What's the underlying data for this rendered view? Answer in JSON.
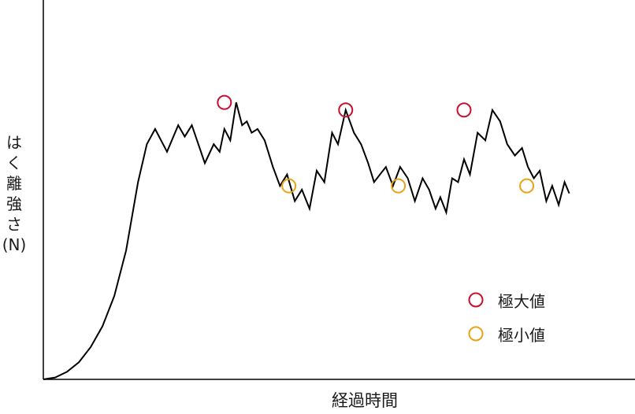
{
  "chart_data": {
    "type": "line",
    "title": "",
    "xlabel": "経過時間",
    "ylabel": "はく離強さ(N)",
    "ylabel_lines": [
      "は",
      "く",
      "離",
      "強",
      "さ",
      "(N)"
    ],
    "grid": false,
    "legend_placement": "bottom-right",
    "xlim": [
      0,
      100
    ],
    "ylim": [
      0,
      100
    ],
    "series": [
      {
        "name": "",
        "color": "#000000",
        "x": [
          0,
          2,
          4,
          6,
          8,
          10,
          12,
          14,
          16,
          17.5,
          18.9,
          20.9,
          22.8,
          23.9,
          25.1,
          27.3,
          28.8,
          29.8,
          30.6,
          31.6,
          32.6,
          33.6,
          34.4,
          35.2,
          36.2,
          37.4,
          38.8,
          40.0,
          41.2,
          42.5,
          43.7,
          45.0,
          46.2,
          47.5,
          48.8,
          49.8,
          51.1,
          52.5,
          53.7,
          54.9,
          55.9,
          56.9,
          57.9,
          59.1,
          60.3,
          61.6,
          62.8,
          64.1,
          65.2,
          66.3,
          67.1,
          68.1,
          69.1,
          70.1,
          71.1,
          72.1,
          73.4,
          74.7,
          75.9,
          77.2,
          78.4,
          79.7,
          80.9,
          81.9,
          82.9,
          83.9,
          85.0,
          86.0,
          87.1,
          88.1,
          88.9
        ],
        "y": [
          0,
          0.5,
          2,
          4.5,
          8.5,
          14,
          22,
          34,
          52,
          62,
          66,
          60,
          67,
          64,
          67,
          57,
          62,
          60,
          66,
          63,
          73,
          67,
          68,
          65,
          66,
          63,
          56,
          51,
          54,
          47,
          50,
          45,
          55,
          52,
          65,
          62,
          71,
          65,
          62,
          57,
          52,
          54,
          56,
          51,
          56,
          53,
          47,
          53,
          50,
          45,
          48,
          44,
          53,
          52,
          58,
          54,
          65,
          63,
          71,
          68,
          62,
          59,
          61,
          56,
          53,
          55,
          47,
          51,
          46,
          52,
          49
        ],
        "maxima": [
          {
            "x": 30.6,
            "y": 73
          },
          {
            "x": 51.1,
            "y": 71
          },
          {
            "x": 71.1,
            "y": 71
          }
        ],
        "minima": [
          {
            "x": 41.5,
            "y": 51
          },
          {
            "x": 60.0,
            "y": 51
          },
          {
            "x": 81.7,
            "y": 51
          }
        ]
      }
    ],
    "legend": [
      {
        "label": "極大値",
        "color": "#c8102e",
        "kind": "maxima"
      },
      {
        "label": "極小値",
        "color": "#e8a317",
        "kind": "minima"
      }
    ]
  }
}
